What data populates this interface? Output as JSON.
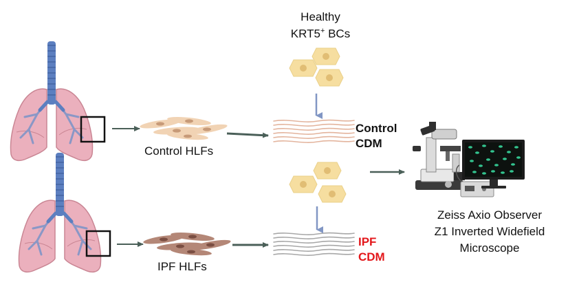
{
  "labels": {
    "healthy_title_line1": "Healthy",
    "healthy_title_line2_main": "KRT5",
    "healthy_title_line2_sup": "+",
    "healthy_title_line2_rest": " BCs",
    "control_hlfs": "Control HLFs",
    "ipf_hlfs": "IPF HLFs",
    "control_cdm_line1": "Control",
    "control_cdm_line2": "CDM",
    "ipf_cdm_line1": "IPF",
    "ipf_cdm_line2": "CDM",
    "microscope_line1": "Zeiss Axio Observer",
    "microscope_line2": "Z1 Inverted Widefield",
    "microscope_line3": "Microscope"
  },
  "colors": {
    "lung_fill": "#ebb0bd",
    "lung_stroke": "#c98593",
    "trachea": "#5c7fc0",
    "bronchi": "#8a97c6",
    "control_fibroblast": "#f1d3b4",
    "control_fibroblast_nucleus": "#c79a78",
    "ipf_fibroblast": "#b48777",
    "ipf_fibroblast_nucleus": "#7a4e42",
    "basal_cell": "#f6dea0",
    "basal_cell_nucleus": "#e1bd74",
    "arrow_dark": "#4a5f58",
    "arrow_blue": "#8196c4",
    "control_matrix": "#e3b49d",
    "ipf_matrix": "#a7a7a7",
    "ipf_label": "#e3171b",
    "screen_cells": "#33c48f"
  },
  "icons": {
    "lung": "lung-icon",
    "fibroblast": "fibroblast-icon",
    "basal_cell": "basal-cell-icon",
    "matrix": "matrix-fibers-icon",
    "microscope": "microscope-icon",
    "monitor": "monitor-icon"
  }
}
